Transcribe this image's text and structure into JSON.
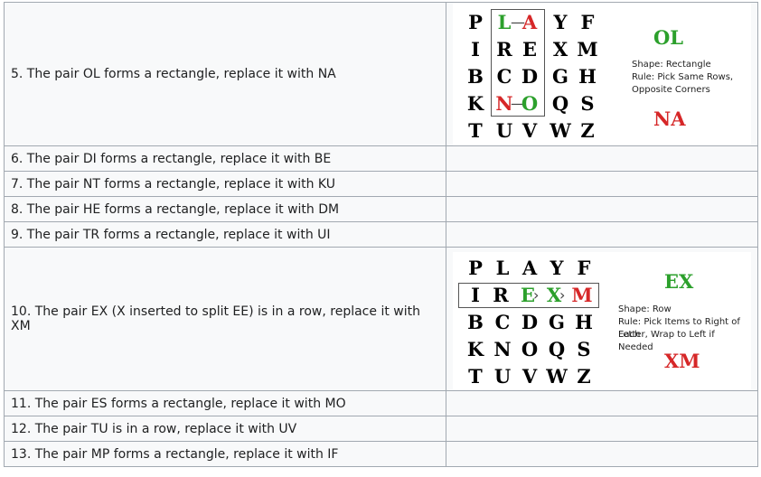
{
  "steps": [
    {
      "text": "5. The pair OL forms a rectangle, replace it with NA"
    },
    {
      "text": "6. The pair DI forms a rectangle, replace it with BE"
    },
    {
      "text": "7. The pair NT forms a rectangle, replace it with KU"
    },
    {
      "text": "8. The pair HE forms a rectangle, replace it with DM"
    },
    {
      "text": "9. The pair TR forms a rectangle, replace it with UI"
    },
    {
      "text": "10. The pair EX (X inserted to split EE) is in a row, replace it with XM"
    },
    {
      "text": "11. The pair ES forms a rectangle, replace it with MO"
    },
    {
      "text": "12. The pair TU is in a row, replace it with UV"
    },
    {
      "text": "13. The pair MP forms a rectangle, replace it with IF"
    }
  ],
  "colors": {
    "input_pair": "#2ca02c",
    "output_pair": "#d62728"
  },
  "figure_rect": {
    "grid": [
      [
        "P",
        "L",
        "A",
        "Y",
        "F"
      ],
      [
        "I",
        "R",
        "E",
        "X",
        "M"
      ],
      [
        "B",
        "C",
        "D",
        "G",
        "H"
      ],
      [
        "K",
        "N",
        "O",
        "Q",
        "S"
      ],
      [
        "T",
        "U",
        "V",
        "W",
        "Z"
      ]
    ],
    "connector_top": "—",
    "connector_bottom": "—",
    "input_pair": "OL",
    "output_pair": "NA",
    "shape": "Shape: Rectangle",
    "rule_line1": "Rule: Pick Same Rows,",
    "rule_line2": "Opposite Corners"
  },
  "figure_row": {
    "grid": [
      [
        "P",
        "L",
        "A",
        "Y",
        "F"
      ],
      [
        "I",
        "R",
        "E",
        "X",
        "M"
      ],
      [
        "B",
        "C",
        "D",
        "G",
        "H"
      ],
      [
        "K",
        "N",
        "O",
        "Q",
        "S"
      ],
      [
        "T",
        "U",
        "V",
        "W",
        "Z"
      ]
    ],
    "arrow1": "›",
    "arrow2": "›",
    "input_pair": "EX",
    "output_pair": "XM",
    "shape": "Shape: Row",
    "rule_line1": "Rule: Pick Items to Right of Each",
    "rule_line2": "Letter, Wrap to Left if Needed"
  }
}
